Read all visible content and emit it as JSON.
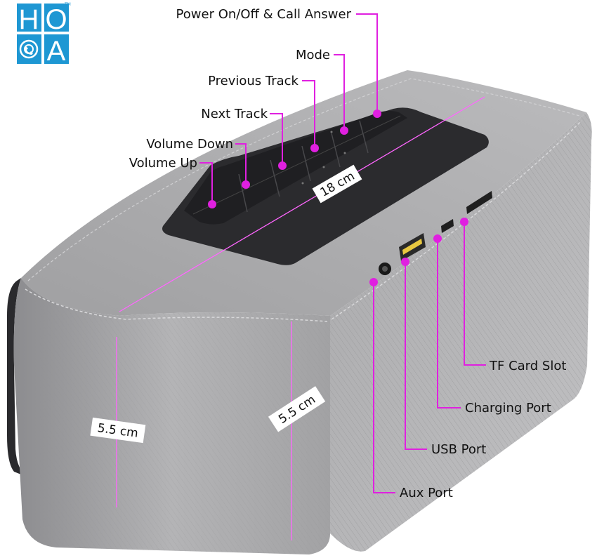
{
  "logo": {
    "l1": "H",
    "l2": "O",
    "l3": "A",
    "tm": "TM"
  },
  "labels": {
    "power": "Power On/Off & Call Answer",
    "mode": "Mode",
    "previous": "Previous Track",
    "next": "Next Track",
    "volume_down": "Volume Down",
    "volume_up": "Volume Up",
    "tf_card": "TF Card Slot",
    "charging": "Charging Port",
    "usb": "USB Port",
    "aux": "Aux Port"
  },
  "dimensions": {
    "length": "18 cm",
    "height_front": "5.5 cm",
    "height_side": "5.5 cm"
  },
  "colors": {
    "accent": "#e020e0",
    "logo": "#1e97d3",
    "speaker": "#a7a7a9",
    "panel": "#2b2b2e"
  }
}
